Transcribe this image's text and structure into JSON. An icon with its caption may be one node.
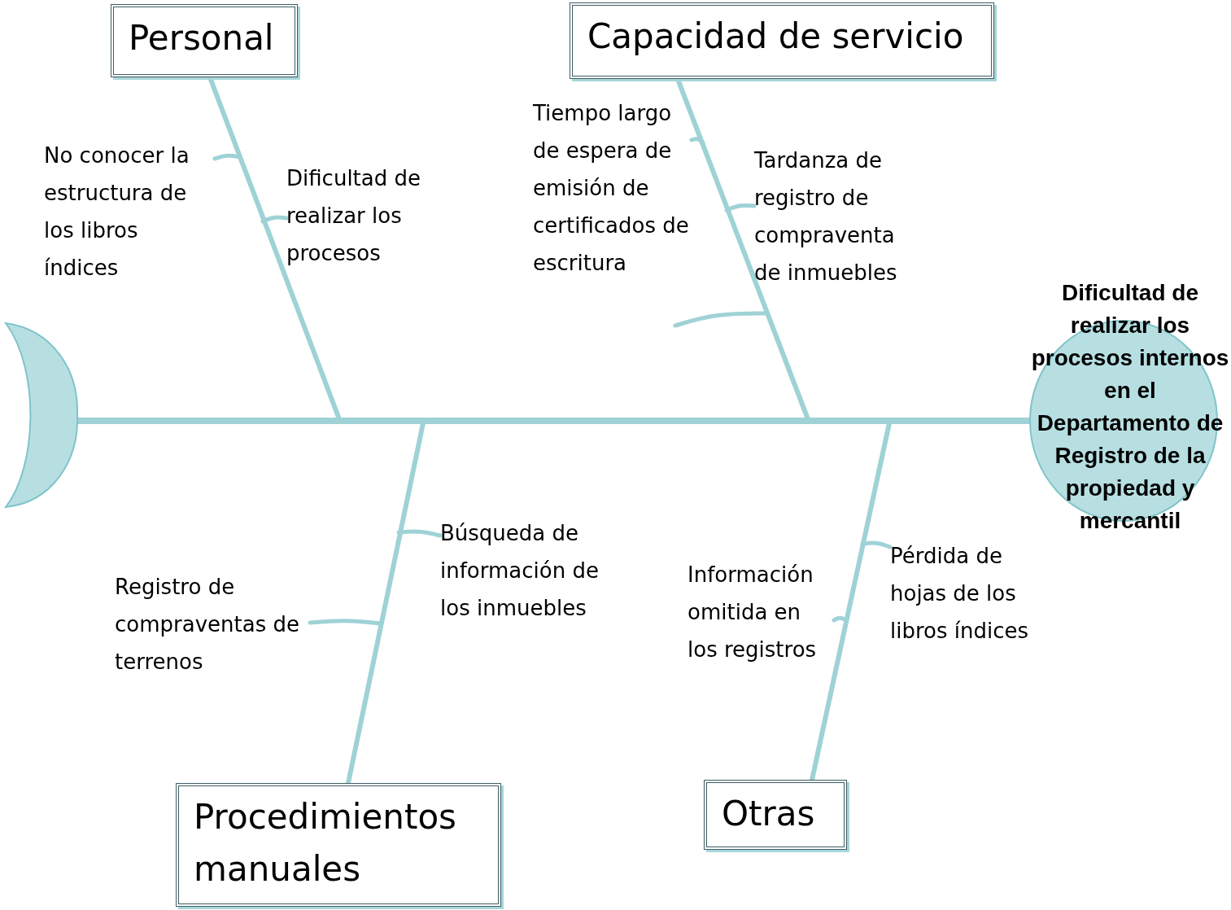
{
  "diagram": {
    "nodes": [
      {
        "text": [
          "Dificultad de realizar los procesos internos en el Departamento de Registro de la propiedad y mercantil"
        ]
      },
      {
        "text": [],
        "shape": "crescent"
      },
      {
        "text": [
          "Personal"
        ]
      },
      {
        "text": [
          "Capacidad de servicio"
        ]
      },
      {
        "text": [
          "Procedimientos manuales"
        ]
      },
      {
        "text": [
          "Otras"
        ]
      },
      {
        "text": [
          "No conocer la estructura de los libros índices"
        ]
      },
      {
        "text": [
          "Dificultad de realizar los procesos"
        ]
      },
      {
        "text": [
          "Tiempo largo de espera de emisión de certificados de escritura"
        ]
      },
      {
        "text": [
          "Tardanza de registro de compraventa de inmuebles"
        ]
      },
      {
        "text": [
          "Registro de compraventas de terrenos"
        ]
      },
      {
        "text": [
          "Búsqueda de información de los inmuebles"
        ]
      },
      {
        "text": [
          "Información omitida en los registros"
        ]
      },
      {
        "text": [
          "Pérdida de hojas de los libros índices"
        ]
      }
    ],
    "edges": [
      {
        "from": 1,
        "to": 0,
        "arrow": "none"
      },
      {
        "from": 2,
        "to": null,
        "arrow": "none"
      },
      {
        "from": 3,
        "to": null,
        "arrow": "none"
      },
      {
        "from": 4,
        "to": null,
        "arrow": "none"
      },
      {
        "from": 5,
        "to": null,
        "arrow": "none"
      },
      {
        "from": 6,
        "to": null,
        "arrow": "none"
      },
      {
        "from": 7,
        "to": null,
        "arrow": "none"
      },
      {
        "from": 8,
        "to": null,
        "arrow": "none"
      },
      {
        "from": 9,
        "to": null,
        "arrow": "none"
      },
      {
        "from": 10,
        "to": null,
        "arrow": "none"
      },
      {
        "from": 11,
        "to": null,
        "arrow": "none"
      },
      {
        "from": 12,
        "to": null,
        "arrow": "none"
      },
      {
        "from": 13,
        "to": null,
        "arrow": "none"
      }
    ]
  }
}
